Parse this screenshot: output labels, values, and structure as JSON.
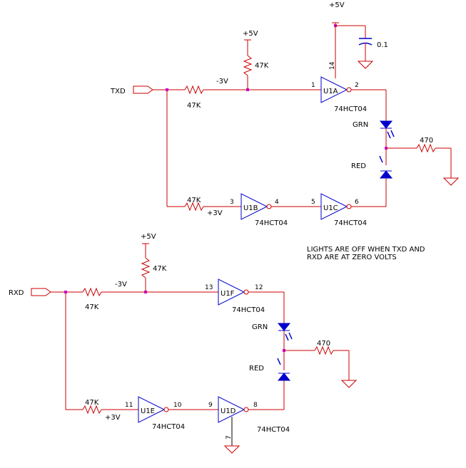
{
  "colors": {
    "wire": "#cc0000",
    "component": "#0000cc",
    "junction": "#cc00cc",
    "text": "#000000",
    "background": "#ffffff"
  },
  "supply": {
    "vcc_top": "+5V",
    "vcc_pullup_tx": "+5V",
    "vcc_pullup_rx": "+5V"
  },
  "capacitor": {
    "value": "0.1"
  },
  "tx_section": {
    "input_label": "TXD",
    "series_resistor_top": "47K",
    "pullup_resistor": "47K",
    "bias_label_top": "-3V",
    "series_resistor_bottom": "47K",
    "bias_label_bottom": "+3V",
    "gate_u1a": {
      "name": "U1A",
      "part": "74HCT04",
      "pin_in": "1",
      "pin_out": "2",
      "pin_vcc": "14"
    },
    "gate_u1b": {
      "name": "U1B",
      "part": "74HCT04",
      "pin_in": "3",
      "pin_out": "4"
    },
    "gate_u1c": {
      "name": "U1C",
      "part": "74HCT04",
      "pin_in": "5",
      "pin_out": "6"
    },
    "led_green": "GRN",
    "led_red": "RED",
    "led_resistor": "470"
  },
  "note": {
    "line1": "LIGHTS ARE OFF WHEN TXD AND",
    "line2": "RXD ARE AT ZERO VOLTS"
  },
  "rx_section": {
    "input_label": "RXD",
    "series_resistor_top": "47K",
    "pullup_resistor": "47K",
    "bias_label_top": "-3V",
    "series_resistor_bottom": "47K",
    "bias_label_bottom": "+3V",
    "gate_u1f": {
      "name": "U1F",
      "part": "74HCT04",
      "pin_in": "13",
      "pin_out": "12"
    },
    "gate_u1e": {
      "name": "U1E",
      "part": "74HCT04",
      "pin_in": "11",
      "pin_out": "10"
    },
    "gate_u1d": {
      "name": "U1D",
      "part": "74HCT04",
      "pin_in": "9",
      "pin_out": "8",
      "pin_gnd": "7"
    },
    "led_green": "GRN",
    "led_red": "RED",
    "led_resistor": "470"
  }
}
